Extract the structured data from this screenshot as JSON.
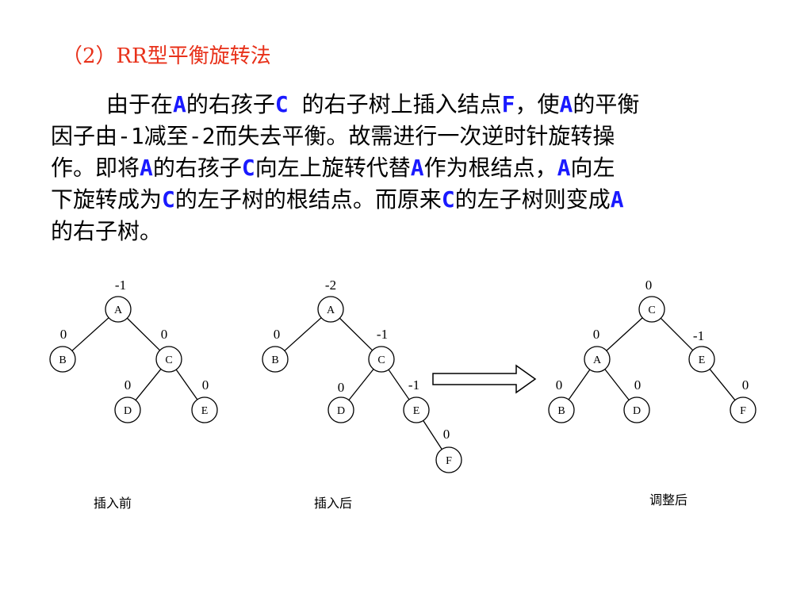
{
  "title": "（2）RR型平衡旋转法",
  "paragraph": {
    "lines": [
      [
        {
          "t": "由于在"
        },
        {
          "t": "A",
          "hl": true
        },
        {
          "t": "的右孩子"
        },
        {
          "t": "C",
          "hl": true
        },
        {
          "t": " 的右子树上插入结点"
        },
        {
          "t": "F",
          "hl": true
        },
        {
          "t": "，使"
        },
        {
          "t": "A",
          "hl": true
        },
        {
          "t": "的平衡"
        }
      ],
      [
        {
          "t": "因子由-1减至-2而失去平衡。故需进行一次逆时针旋转操"
        }
      ],
      [
        {
          "t": "作。即将"
        },
        {
          "t": "A",
          "hl": true
        },
        {
          "t": "的右孩子"
        },
        {
          "t": "C",
          "hl": true
        },
        {
          "t": "向左上旋转代替"
        },
        {
          "t": "A",
          "hl": true
        },
        {
          "t": "作为根结点，"
        },
        {
          "t": "A",
          "hl": true
        },
        {
          "t": "向左"
        }
      ],
      [
        {
          "t": "下旋转成为"
        },
        {
          "t": "C",
          "hl": true
        },
        {
          "t": "的左子树的根结点。而原来"
        },
        {
          "t": "C",
          "hl": true
        },
        {
          "t": "的左子树则变成"
        },
        {
          "t": "A",
          "hl": true
        }
      ],
      [
        {
          "t": "的右子树。"
        }
      ]
    ]
  },
  "diagrams": [
    {
      "caption": "插入前",
      "nodes": [
        {
          "id": "A",
          "label": "A",
          "bf": "-1"
        },
        {
          "id": "B",
          "label": "B",
          "bf": "0"
        },
        {
          "id": "C",
          "label": "C",
          "bf": "0"
        },
        {
          "id": "D",
          "label": "D",
          "bf": "0"
        },
        {
          "id": "E",
          "label": "E",
          "bf": "0"
        }
      ],
      "edges": [
        [
          "A",
          "B"
        ],
        [
          "A",
          "C"
        ],
        [
          "C",
          "D"
        ],
        [
          "C",
          "E"
        ]
      ]
    },
    {
      "caption": "插入后",
      "nodes": [
        {
          "id": "A",
          "label": "A",
          "bf": "-2"
        },
        {
          "id": "B",
          "label": "B",
          "bf": "0"
        },
        {
          "id": "C",
          "label": "C",
          "bf": "-1"
        },
        {
          "id": "D",
          "label": "D",
          "bf": "0"
        },
        {
          "id": "E",
          "label": "E",
          "bf": "-1"
        },
        {
          "id": "F",
          "label": "F",
          "bf": "0"
        }
      ],
      "edges": [
        [
          "A",
          "B"
        ],
        [
          "A",
          "C"
        ],
        [
          "C",
          "D"
        ],
        [
          "C",
          "E"
        ],
        [
          "E",
          "F"
        ]
      ]
    },
    {
      "caption": "调整后",
      "nodes": [
        {
          "id": "C",
          "label": "C",
          "bf": "0"
        },
        {
          "id": "A",
          "label": "A",
          "bf": "0"
        },
        {
          "id": "E",
          "label": "E",
          "bf": "-1"
        },
        {
          "id": "B",
          "label": "B",
          "bf": "0"
        },
        {
          "id": "D",
          "label": "D",
          "bf": "0"
        },
        {
          "id": "F",
          "label": "F",
          "bf": "0"
        }
      ],
      "edges": [
        [
          "C",
          "A"
        ],
        [
          "C",
          "E"
        ],
        [
          "A",
          "B"
        ],
        [
          "A",
          "D"
        ],
        [
          "E",
          "F"
        ]
      ]
    }
  ]
}
